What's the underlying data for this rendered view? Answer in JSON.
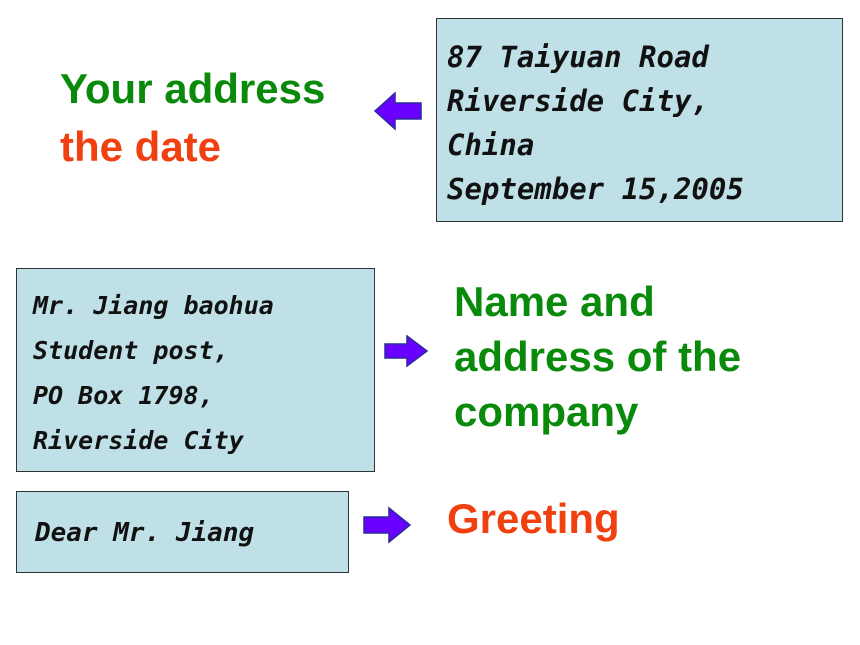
{
  "colors": {
    "box_fill": "#bfe0e6",
    "green_label": "#0a8a0a",
    "orange_label": "#f04010",
    "arrow_fill": "#6a00ff"
  },
  "address_box": {
    "lines": [
      "87 Taiyuan Road",
      "Riverside City,",
      "China",
      "September 15,2005"
    ]
  },
  "address_label": {
    "line1": "Your address",
    "line2": "the date"
  },
  "recipient_box": {
    "lines": [
      "Mr. Jiang baohua",
      "Student post,",
      "PO Box 1798,",
      "Riverside City"
    ]
  },
  "recipient_label": {
    "lines": [
      "Name and",
      "address of the",
      "company"
    ]
  },
  "greeting_box": {
    "text": "Dear Mr. Jiang"
  },
  "greeting_label": {
    "text": "Greeting"
  }
}
